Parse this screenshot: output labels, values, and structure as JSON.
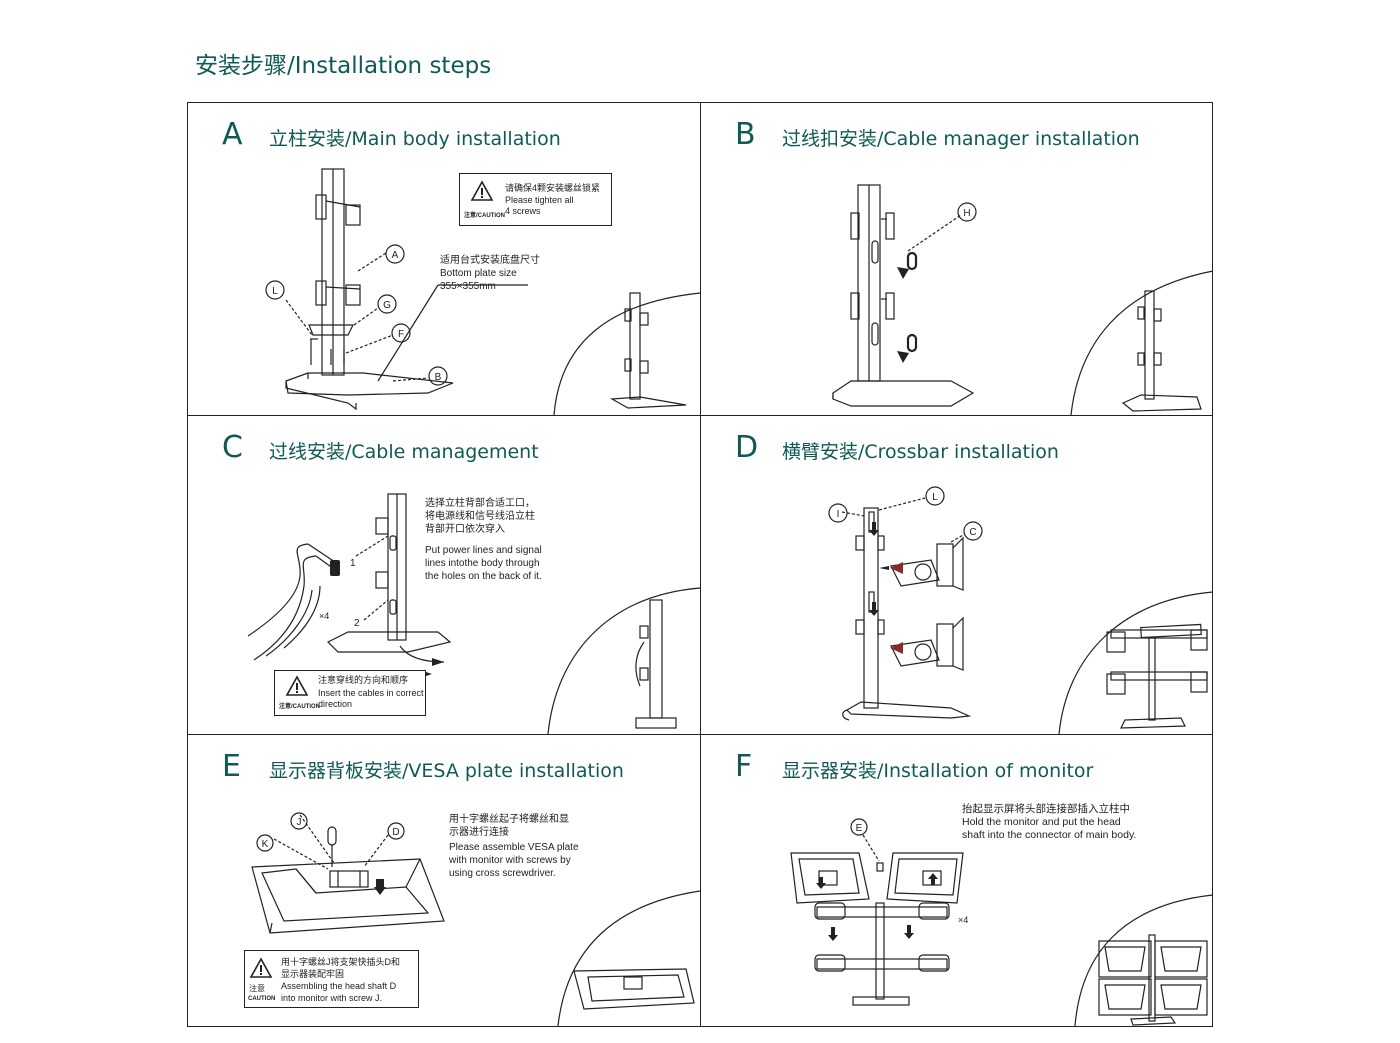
{
  "page_title": "安装步骤/Installation steps",
  "steps": [
    {
      "letter": "A",
      "title": "立柱安装/Main body installation"
    },
    {
      "letter": "B",
      "title": "过线扣安装/Cable manager installation"
    },
    {
      "letter": "C",
      "title": "过线安装/Cable management"
    },
    {
      "letter": "D",
      "title": "横臂安装/Crossbar installation"
    },
    {
      "letter": "E",
      "title": "显示器背板安装/VESA plate installation"
    },
    {
      "letter": "F",
      "title": "显示器安装/Installation of monitor"
    }
  ],
  "panel_a": {
    "caution_cn": "请确保4颗安装螺丝锁紧",
    "caution_en_1": "Please tighten all",
    "caution_en_2": "4 screws",
    "caution_label": "注意/CAUTION",
    "plate_cn": "适用台式安装底盘尺寸",
    "plate_en_1": "Bottom plate size",
    "plate_en_2": "355×355mm",
    "tags": [
      "A",
      "G",
      "F",
      "B",
      "L"
    ]
  },
  "panel_b": {
    "tags": [
      "H"
    ]
  },
  "panel_c": {
    "note_cn_1": "选择立柱背部合适工口，",
    "note_cn_2": "将电源线和信号线沿立柱",
    "note_cn_3": "背部开口依次穿入",
    "note_en_1": "Put power lines and signal",
    "note_en_2": "lines intothe body through",
    "note_en_3": "the holes on the back of it.",
    "count": "×4",
    "num_1": "1",
    "num_2": "2",
    "caution_cn": "注意穿线的方向和顺序",
    "caution_en_1": "Insert the cables in correct",
    "caution_en_2": "direction",
    "caution_label": "注意/CAUTION"
  },
  "panel_d": {
    "tags": [
      "I",
      "L",
      "C"
    ]
  },
  "panel_e": {
    "note_cn_1": "用十字螺丝起子将螺丝和显",
    "note_cn_2": "示器进行连接",
    "note_en_1": "Please assemble VESA plate",
    "note_en_2": "with monitor with screws by",
    "note_en_3": "using cross screwdriver.",
    "tags": [
      "J",
      "K",
      "D"
    ],
    "caution_cn_1": "用十字螺丝J将支架快插头D和",
    "caution_cn_2": "显示器装配牢固",
    "caution_en_1": "Assembling the head shaft D",
    "caution_en_2": "into monitor with screw J.",
    "caution_label_1": "注意",
    "caution_label_2": "CAUTION"
  },
  "panel_f": {
    "note_cn": "抬起显示屏将头部连接部插入立柱中",
    "note_en_1": "Hold the monitor and put the head",
    "note_en_2": "shaft into the connector of main body.",
    "tags": [
      "E"
    ],
    "count": "×4"
  },
  "colors": {
    "accent": "#0f5a56",
    "line": "#222222",
    "arrow_red": "#c0392b"
  }
}
